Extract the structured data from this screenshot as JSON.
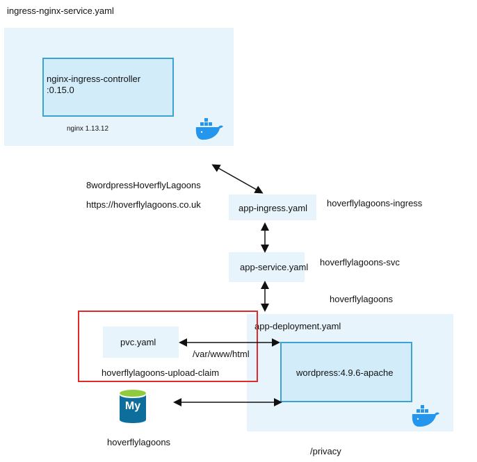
{
  "top_file": "ingress-nginx-service.yaml",
  "controller_line1": "nginx-ingress-controller",
  "controller_line2": ":0.15.0",
  "nginx_version": "nginx 1.13.12",
  "wp_name": "8wordpressHoverflyLagoons",
  "wp_url": "https://hoverflylagoons.co.uk",
  "ingress_file": "app-ingress.yaml",
  "ingress_name": "hoverflylagoons-ingress",
  "service_file": "app-service.yaml",
  "service_name": "hoverflylagoons-svc",
  "deployment_name": "hoverflylagoons",
  "deployment_file": "app-deployment.yaml",
  "pvc_file": "pvc.yaml",
  "mount_path": "/var/www/html",
  "pvc_claim": "hoverflylagoons-upload-claim",
  "wp_image": "wordpress:4.9.6-apache",
  "mysql_name": "hoverflylagoons",
  "mysql_icon_text": "My",
  "privacy_path": "/privacy",
  "colors": {
    "panel": "#e8f4fc",
    "panel_dark": "#d2ecfa",
    "border_blue": "#3aa3d4",
    "highlight_red": "#e02a2a",
    "docker_blue": "#2496ed",
    "mysql_green": "#8fcb3a",
    "mysql_blue": "#0d6e9c"
  }
}
